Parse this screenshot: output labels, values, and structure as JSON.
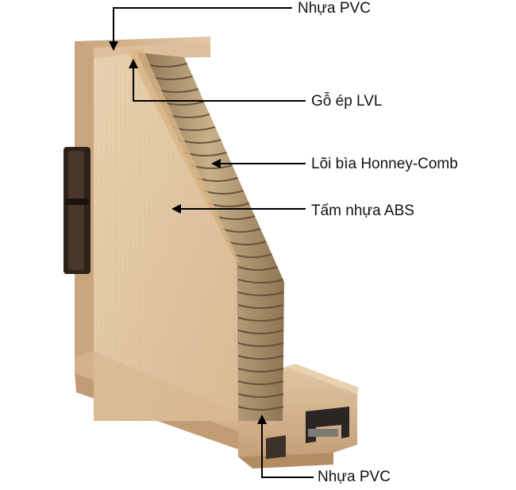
{
  "labels": {
    "pvc_top": "Nhựa PVC",
    "lvl": "Gỗ ép LVL",
    "honeycomb": "Lõi bìa Honney-Comb",
    "abs": "Tấm nhựa ABS",
    "pvc_bottom": "Nhựa PVC"
  },
  "colors": {
    "frame": "#d9b894",
    "panel": "#e3c7a3",
    "core": "#b89a6e",
    "hinge": "#2d211a",
    "arrow": "#000000"
  }
}
